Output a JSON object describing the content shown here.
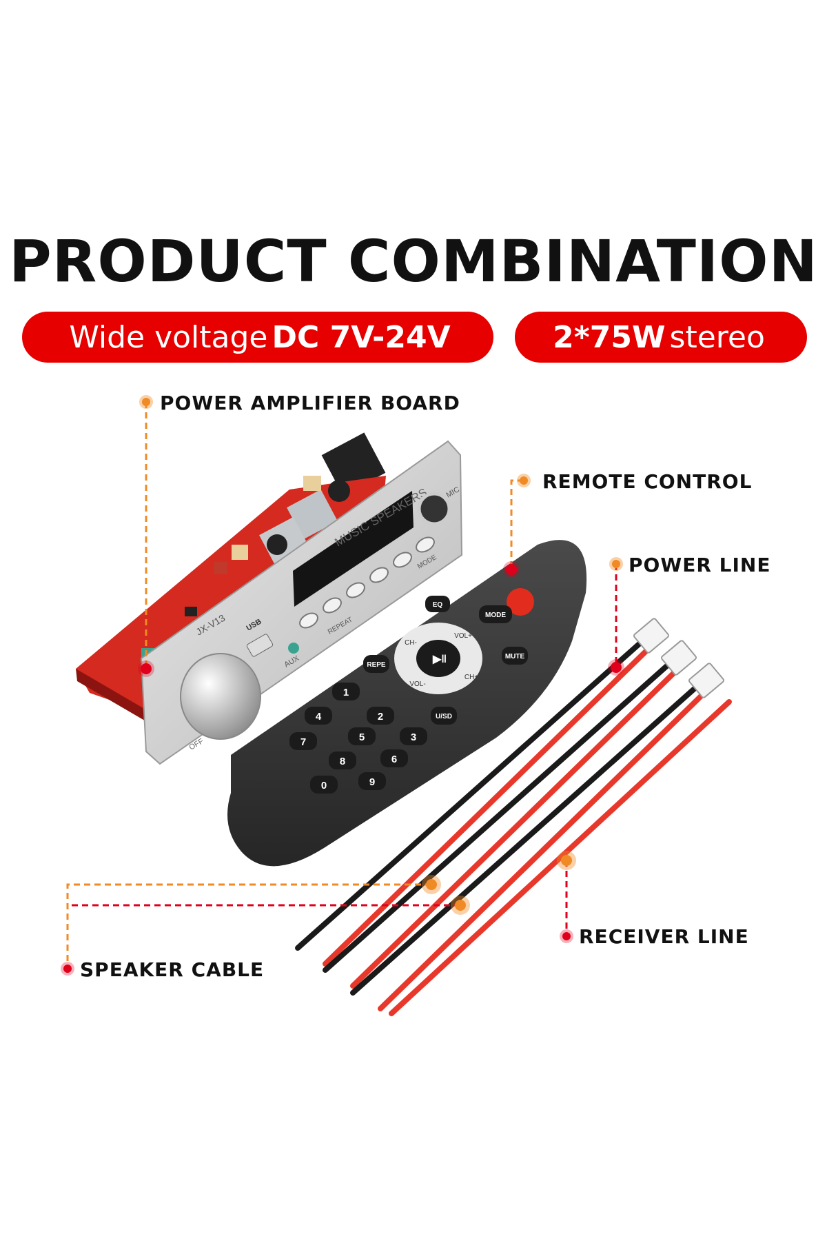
{
  "title": "PRODUCT COMBINATION",
  "badges": {
    "voltage": {
      "text": "Wide voltage",
      "strong": "DC 7V-24V"
    },
    "power": {
      "strong": "2*75W",
      "text": "stereo"
    }
  },
  "callouts": {
    "amplifier": "POWER AMPLIFIER BOARD",
    "remote": "REMOTE CONTROL",
    "power_line": "POWER LINE",
    "receiver_line": "RECEIVER LINE",
    "speaker_cable": "SPEAKER CABLE"
  },
  "board": {
    "speakers_text": "MUSIC   SPEAKERS",
    "model": "JX-V13",
    "buttons": [
      "REPEAT",
      "MODE"
    ],
    "aux": "AUX",
    "usb": "USB",
    "mic": "MIC",
    "off": "OFF"
  },
  "remote": {
    "keys": [
      "EQ",
      "MODE",
      "REPE",
      "MUTE",
      "U/SD"
    ],
    "ring": [
      "VOL+",
      "VOL-",
      "CH-",
      "CH+"
    ],
    "digits": [
      "1",
      "2",
      "3",
      "4",
      "5",
      "6",
      "7",
      "8",
      "9",
      "0"
    ]
  },
  "colors": {
    "accent": "#e60000",
    "leader": "#f08a24",
    "dot_red": "#e0001b"
  }
}
